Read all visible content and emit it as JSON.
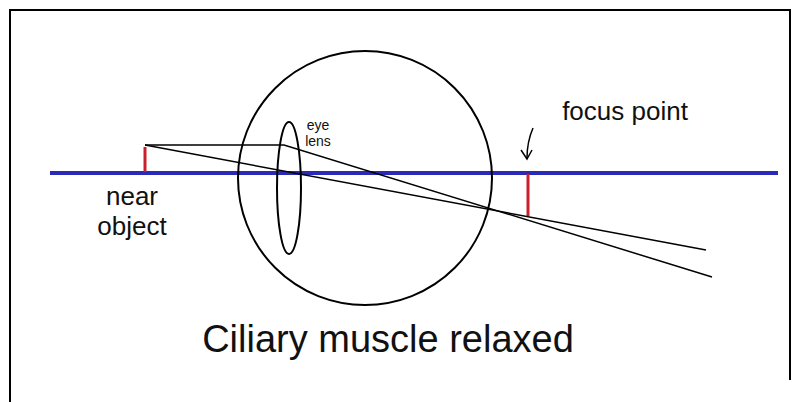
{
  "diagram": {
    "caption": "Ciliary muscle relaxed",
    "labels": [
      "eye lens",
      "focus point",
      "near object"
    ]
  }
}
